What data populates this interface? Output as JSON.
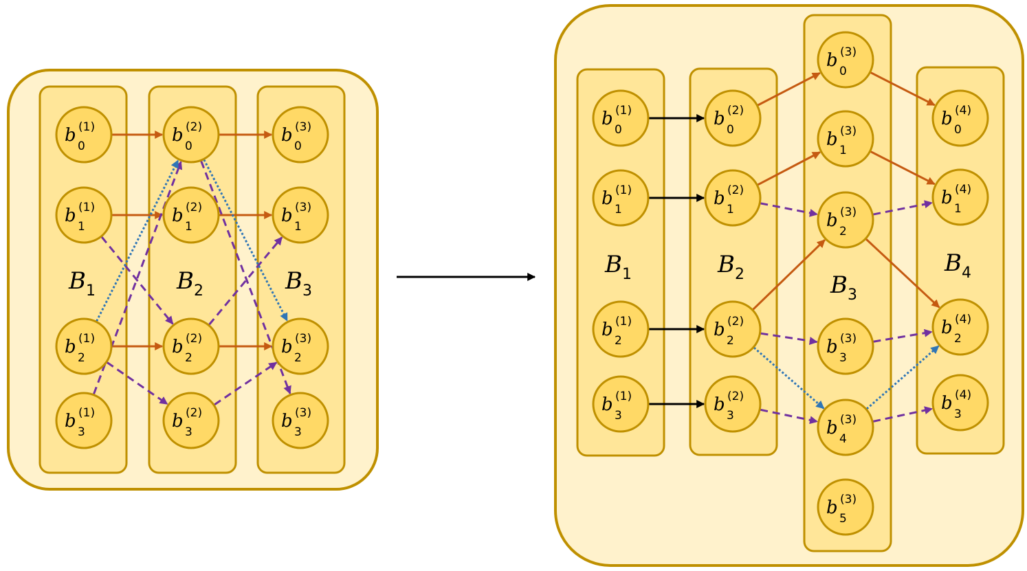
{
  "colors": {
    "outer_fill": "#fff2cc",
    "column_fill": "#ffe699",
    "node_fill": "#ffd966",
    "border": "#bf9000",
    "solid_edge": "#c55a11",
    "dashed_edge": "#7030a0",
    "dotted_edge": "#2e75b6",
    "black_edge": "#000000"
  },
  "left_diagram": {
    "columns": [
      {
        "id": "L1",
        "label": "B",
        "label_sub": "1"
      },
      {
        "id": "L2",
        "label": "B",
        "label_sub": "2"
      },
      {
        "id": "L3",
        "label": "B",
        "label_sub": "3"
      }
    ],
    "nodes": [
      {
        "id": "L1n0",
        "base": "b",
        "sub": "0",
        "sup": "(1)"
      },
      {
        "id": "L1n1",
        "base": "b",
        "sub": "1",
        "sup": "(1)"
      },
      {
        "id": "L1n2",
        "base": "b",
        "sub": "2",
        "sup": "(1)"
      },
      {
        "id": "L1n3",
        "base": "b",
        "sub": "3",
        "sup": "(1)"
      },
      {
        "id": "L2n0",
        "base": "b",
        "sub": "0",
        "sup": "(2)"
      },
      {
        "id": "L2n1",
        "base": "b",
        "sub": "1",
        "sup": "(2)"
      },
      {
        "id": "L2n2",
        "base": "b",
        "sub": "2",
        "sup": "(2)"
      },
      {
        "id": "L2n3",
        "base": "b",
        "sub": "3",
        "sup": "(2)"
      },
      {
        "id": "L3n0",
        "base": "b",
        "sub": "0",
        "sup": "(3)"
      },
      {
        "id": "L3n1",
        "base": "b",
        "sub": "1",
        "sup": "(3)"
      },
      {
        "id": "L3n2",
        "base": "b",
        "sub": "2",
        "sup": "(3)"
      },
      {
        "id": "L3n3",
        "base": "b",
        "sub": "3",
        "sup": "(3)"
      }
    ],
    "edges": [
      {
        "from": "L1n0",
        "to": "L2n0",
        "style": "solid"
      },
      {
        "from": "L1n1",
        "to": "L2n1",
        "style": "solid"
      },
      {
        "from": "L1n2",
        "to": "L2n2",
        "style": "solid"
      },
      {
        "from": "L1n1",
        "to": "L2n2",
        "style": "dashed"
      },
      {
        "from": "L1n3",
        "to": "L2n0",
        "style": "dashed"
      },
      {
        "from": "L1n2",
        "to": "L2n3",
        "style": "dashed"
      },
      {
        "from": "L1n2",
        "to": "L2n0",
        "style": "dotted"
      },
      {
        "from": "L2n0",
        "to": "L3n0",
        "style": "solid"
      },
      {
        "from": "L2n1",
        "to": "L3n1",
        "style": "solid"
      },
      {
        "from": "L2n2",
        "to": "L3n2",
        "style": "solid"
      },
      {
        "from": "L2n0",
        "to": "L3n3",
        "style": "dashed"
      },
      {
        "from": "L2n2",
        "to": "L3n1",
        "style": "dashed"
      },
      {
        "from": "L2n3",
        "to": "L3n2",
        "style": "dashed"
      },
      {
        "from": "L2n0",
        "to": "L3n2",
        "style": "dotted"
      }
    ]
  },
  "right_diagram": {
    "columns": [
      {
        "id": "R1",
        "label": "B",
        "label_sub": "1"
      },
      {
        "id": "R2",
        "label": "B",
        "label_sub": "2"
      },
      {
        "id": "R3",
        "label": "B",
        "label_sub": "3"
      },
      {
        "id": "R4",
        "label": "B",
        "label_sub": "4"
      }
    ],
    "nodes": [
      {
        "id": "R1n0",
        "base": "b",
        "sub": "0",
        "sup": "(1)"
      },
      {
        "id": "R1n1",
        "base": "b",
        "sub": "1",
        "sup": "(1)"
      },
      {
        "id": "R1n2",
        "base": "b",
        "sub": "2",
        "sup": "(1)"
      },
      {
        "id": "R1n3",
        "base": "b",
        "sub": "3",
        "sup": "(1)"
      },
      {
        "id": "R2n0",
        "base": "b",
        "sub": "0",
        "sup": "(2)"
      },
      {
        "id": "R2n1",
        "base": "b",
        "sub": "1",
        "sup": "(2)"
      },
      {
        "id": "R2n2",
        "base": "b",
        "sub": "2",
        "sup": "(2)"
      },
      {
        "id": "R2n3",
        "base": "b",
        "sub": "3",
        "sup": "(2)"
      },
      {
        "id": "R3n0",
        "base": "b",
        "sub": "0",
        "sup": "(3)"
      },
      {
        "id": "R3n1",
        "base": "b",
        "sub": "1",
        "sup": "(3)"
      },
      {
        "id": "R3n2",
        "base": "b",
        "sub": "2",
        "sup": "(3)"
      },
      {
        "id": "R3n3",
        "base": "b",
        "sub": "3",
        "sup": "(3)"
      },
      {
        "id": "R3n4",
        "base": "b",
        "sub": "4",
        "sup": "(3)"
      },
      {
        "id": "R3n5",
        "base": "b",
        "sub": "5",
        "sup": "(3)"
      },
      {
        "id": "R4n0",
        "base": "b",
        "sub": "0",
        "sup": "(4)"
      },
      {
        "id": "R4n1",
        "base": "b",
        "sub": "1",
        "sup": "(4)"
      },
      {
        "id": "R4n2",
        "base": "b",
        "sub": "2",
        "sup": "(4)"
      },
      {
        "id": "R4n3",
        "base": "b",
        "sub": "3",
        "sup": "(4)"
      }
    ],
    "edges": [
      {
        "from": "R1n0",
        "to": "R2n0",
        "style": "black"
      },
      {
        "from": "R1n1",
        "to": "R2n1",
        "style": "black"
      },
      {
        "from": "R1n2",
        "to": "R2n2",
        "style": "black"
      },
      {
        "from": "R1n3",
        "to": "R2n3",
        "style": "black"
      },
      {
        "from": "R2n0",
        "to": "R3n0",
        "style": "solid"
      },
      {
        "from": "R2n1",
        "to": "R3n1",
        "style": "solid"
      },
      {
        "from": "R2n2",
        "to": "R3n2",
        "style": "solid"
      },
      {
        "from": "R2n1",
        "to": "R3n2",
        "style": "dashed"
      },
      {
        "from": "R2n2",
        "to": "R3n3",
        "style": "dashed"
      },
      {
        "from": "R2n3",
        "to": "R3n4",
        "style": "dashed"
      },
      {
        "from": "R2n2",
        "to": "R3n4",
        "style": "dotted"
      },
      {
        "from": "R3n0",
        "to": "R4n0",
        "style": "solid"
      },
      {
        "from": "R3n1",
        "to": "R4n1",
        "style": "solid"
      },
      {
        "from": "R3n2",
        "to": "R4n2",
        "style": "solid"
      },
      {
        "from": "R3n2",
        "to": "R4n1",
        "style": "dashed"
      },
      {
        "from": "R3n3",
        "to": "R4n2",
        "style": "dashed"
      },
      {
        "from": "R3n4",
        "to": "R4n3",
        "style": "dashed"
      },
      {
        "from": "R3n4",
        "to": "R4n2",
        "style": "dotted"
      }
    ]
  }
}
